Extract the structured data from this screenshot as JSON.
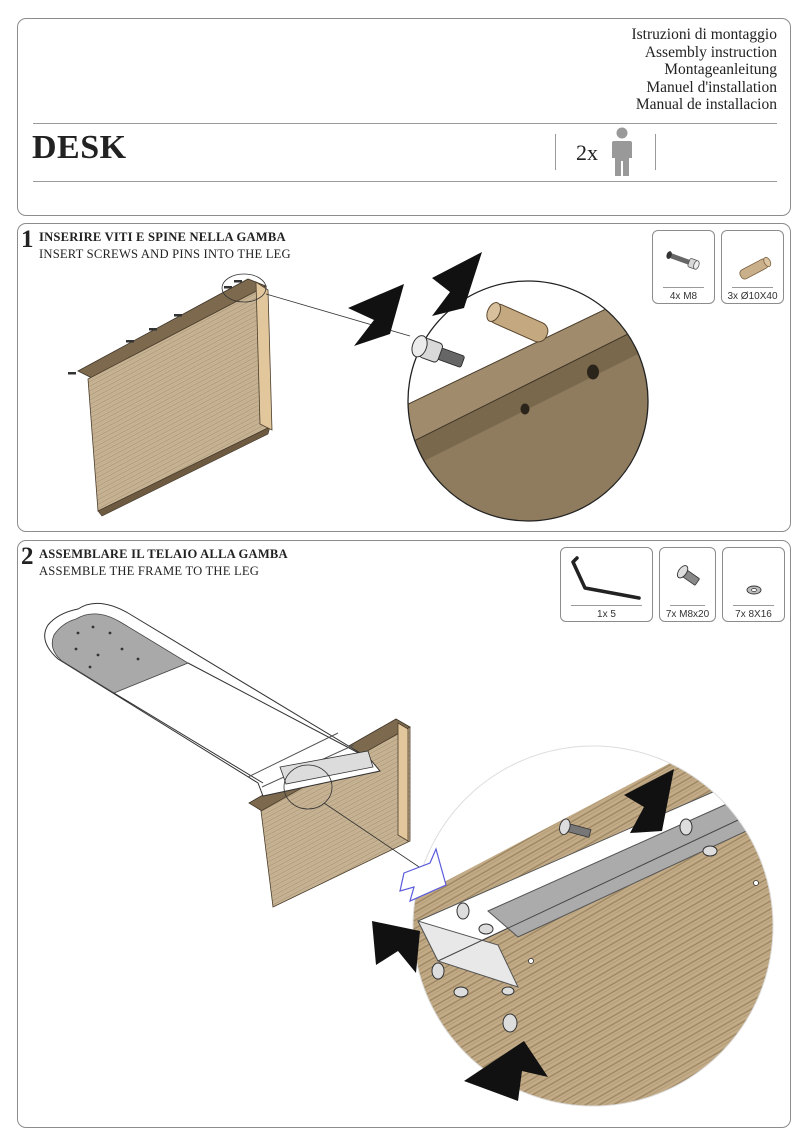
{
  "header": {
    "titles": [
      "Istruzioni di montaggio",
      "Assembly instruction",
      "Montageanleitung",
      "Manuel d'installation",
      "Manual de installacion"
    ],
    "product": "DESK",
    "people_count": "2x",
    "person_icon": "person-icon"
  },
  "steps": [
    {
      "number": "1",
      "title": "INSERIRE VITI E SPINE NELLA GAMBA",
      "subtitle": "INSERT SCREWS AND PINS INTO THE LEG",
      "parts": [
        {
          "label": "4x M8",
          "icon": "cam-screw-icon"
        },
        {
          "label": "3x Ø10X40",
          "icon": "dowel-pin-icon"
        }
      ]
    },
    {
      "number": "2",
      "title": "ASSEMBLARE IL TELAIO ALLA GAMBA",
      "subtitle": "ASSEMBLE THE FRAME TO THE LEG",
      "parts": [
        {
          "label": "1x 5",
          "icon": "allen-key-icon"
        },
        {
          "label": "7x M8x20",
          "icon": "bolt-icon"
        },
        {
          "label": "7x 8X16",
          "icon": "washer-icon"
        }
      ]
    }
  ],
  "colors": {
    "wood": "#c8b595",
    "wood_dark": "#8a7858",
    "metal": "#b9b9b9",
    "border": "#8c8c8c"
  }
}
